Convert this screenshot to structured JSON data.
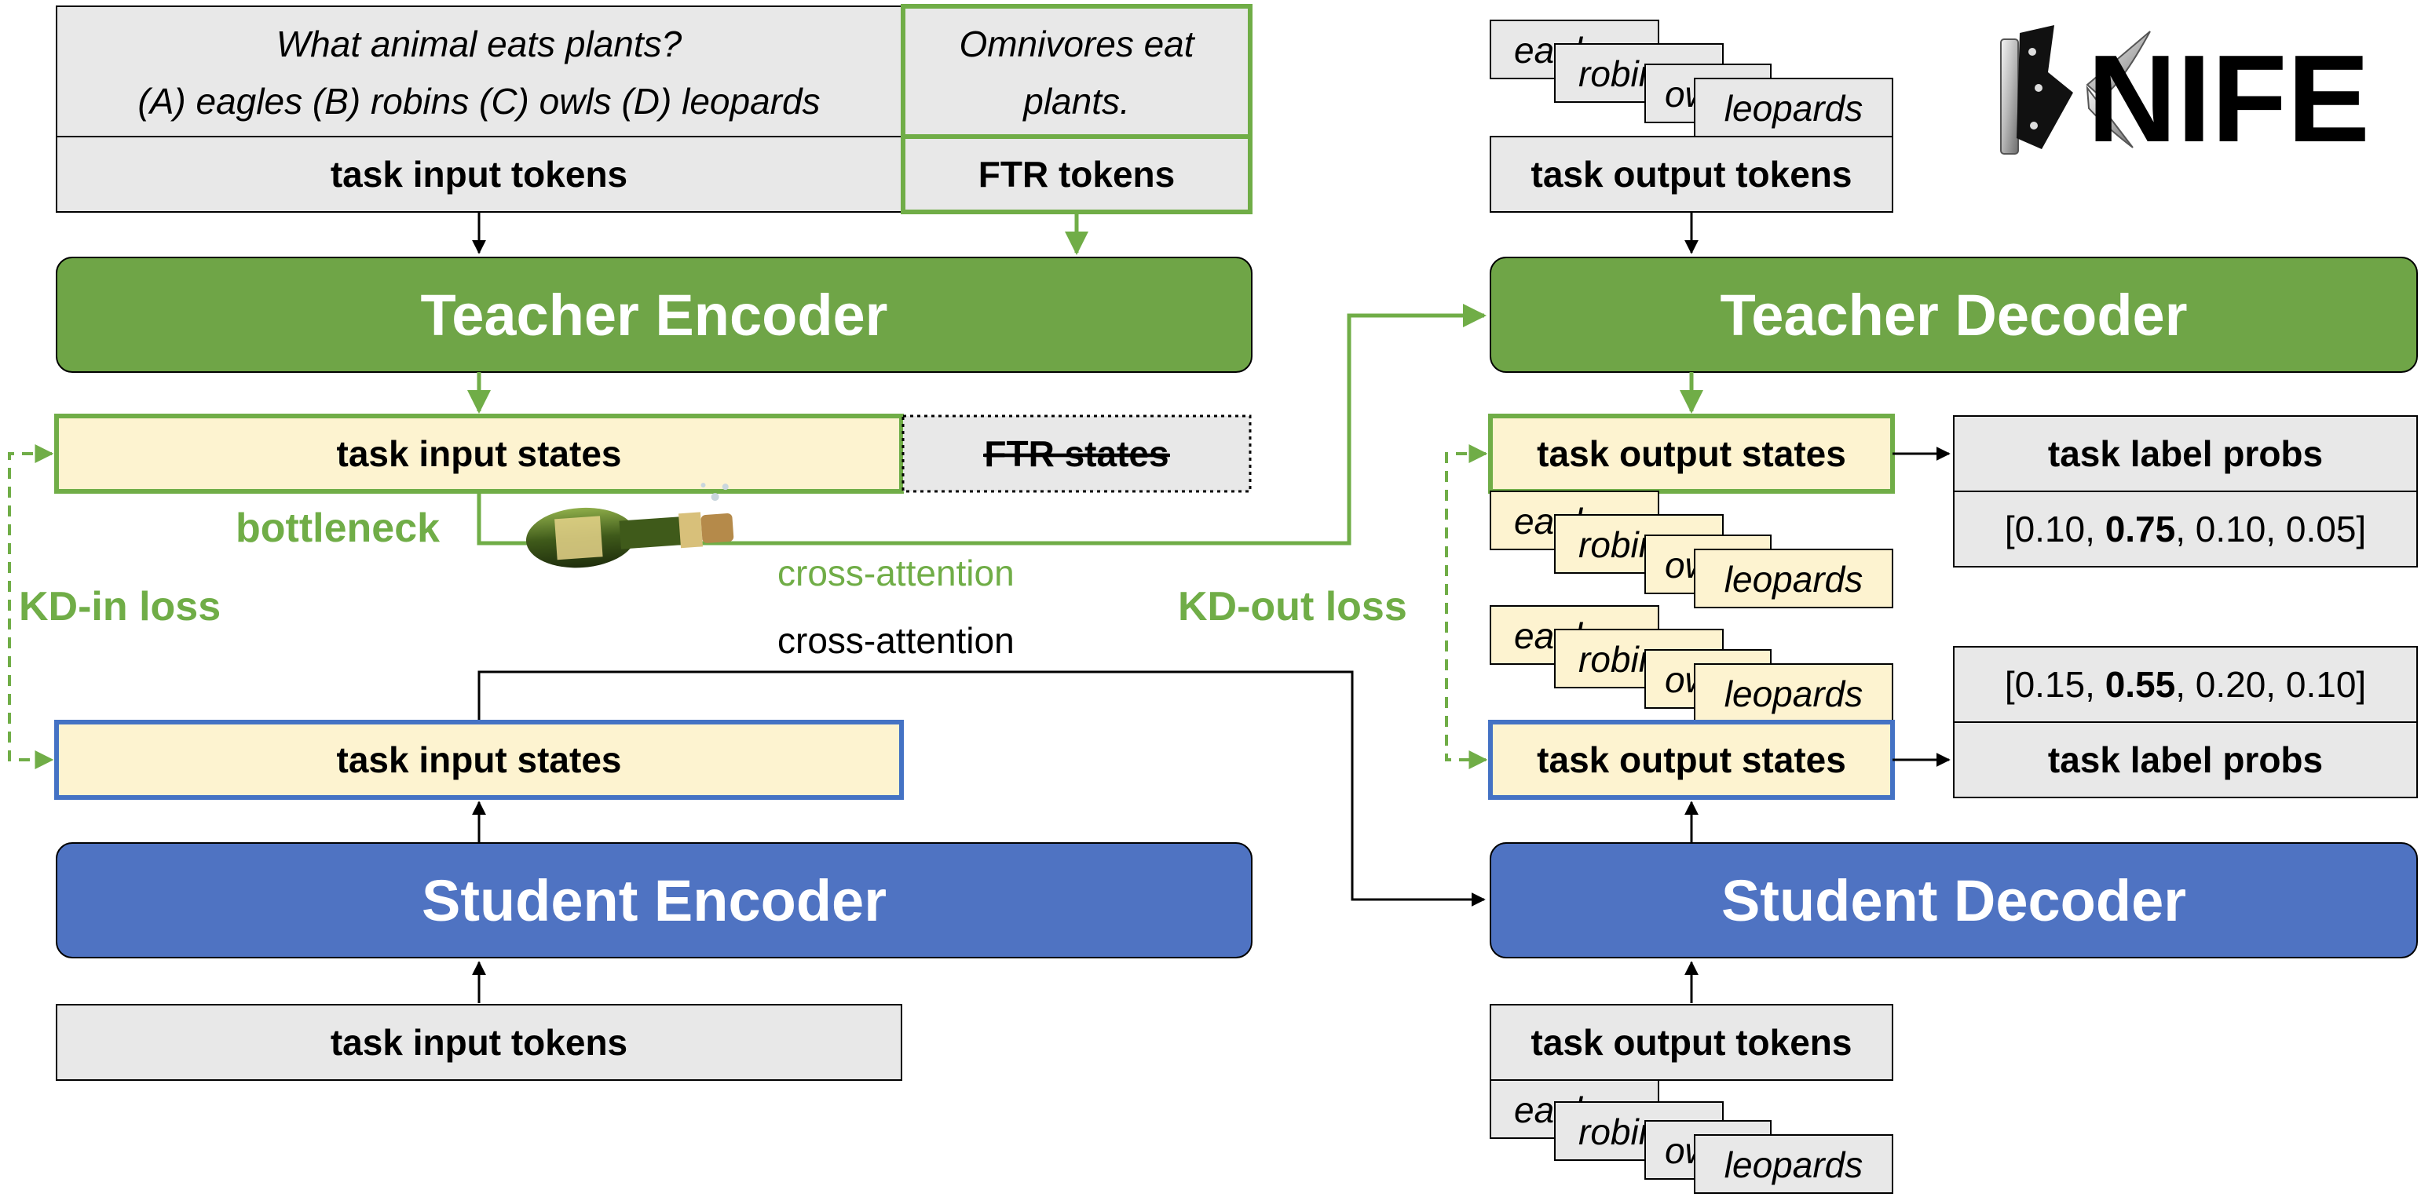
{
  "colors": {
    "teacher_green": "#70AD47",
    "teacher_fill": "#6FA547",
    "student_blue": "#4472C4",
    "student_fill": "#4F73C2",
    "gray_box": "#E8E8E8",
    "state_fill": "#FDF3D0",
    "arrow_black": "#000000"
  },
  "logo": {
    "text": "NIFE",
    "icon": "knife-k-logo-icon"
  },
  "question": {
    "line1": "What animal eats plants?",
    "line2": "(A) eagles (B) robins (C) owls (D) leopards"
  },
  "ftr_text": {
    "line1": "Omnivores eat",
    "line2": "plants."
  },
  "labels": {
    "task_input_tokens": "task input tokens",
    "ftr_tokens": "FTR tokens",
    "task_output_tokens": "task output tokens",
    "teacher_encoder": "Teacher Encoder",
    "teacher_decoder": "Teacher Decoder",
    "student_encoder": "Student Encoder",
    "student_decoder": "Student Decoder",
    "task_input_states": "task input states",
    "ftr_states": "FTR states",
    "task_output_states": "task output states",
    "task_label_probs": "task label probs",
    "bottleneck": "bottleneck",
    "cross_attention": "cross-attention",
    "kd_in_loss": "KD-in loss",
    "kd_out_loss": "KD-out loss"
  },
  "answer_options": [
    "eagles",
    "robins",
    "owls",
    "leopards"
  ],
  "teacher_probs": {
    "open": "[",
    "v1": "0.10, ",
    "v2": "0.75",
    "v3": ", 0.10, 0.05",
    "close": "]"
  },
  "student_probs": {
    "open": "[",
    "v1": "0.15, ",
    "v2": "0.55",
    "v3": ", 0.20, 0.10",
    "close": "]"
  }
}
